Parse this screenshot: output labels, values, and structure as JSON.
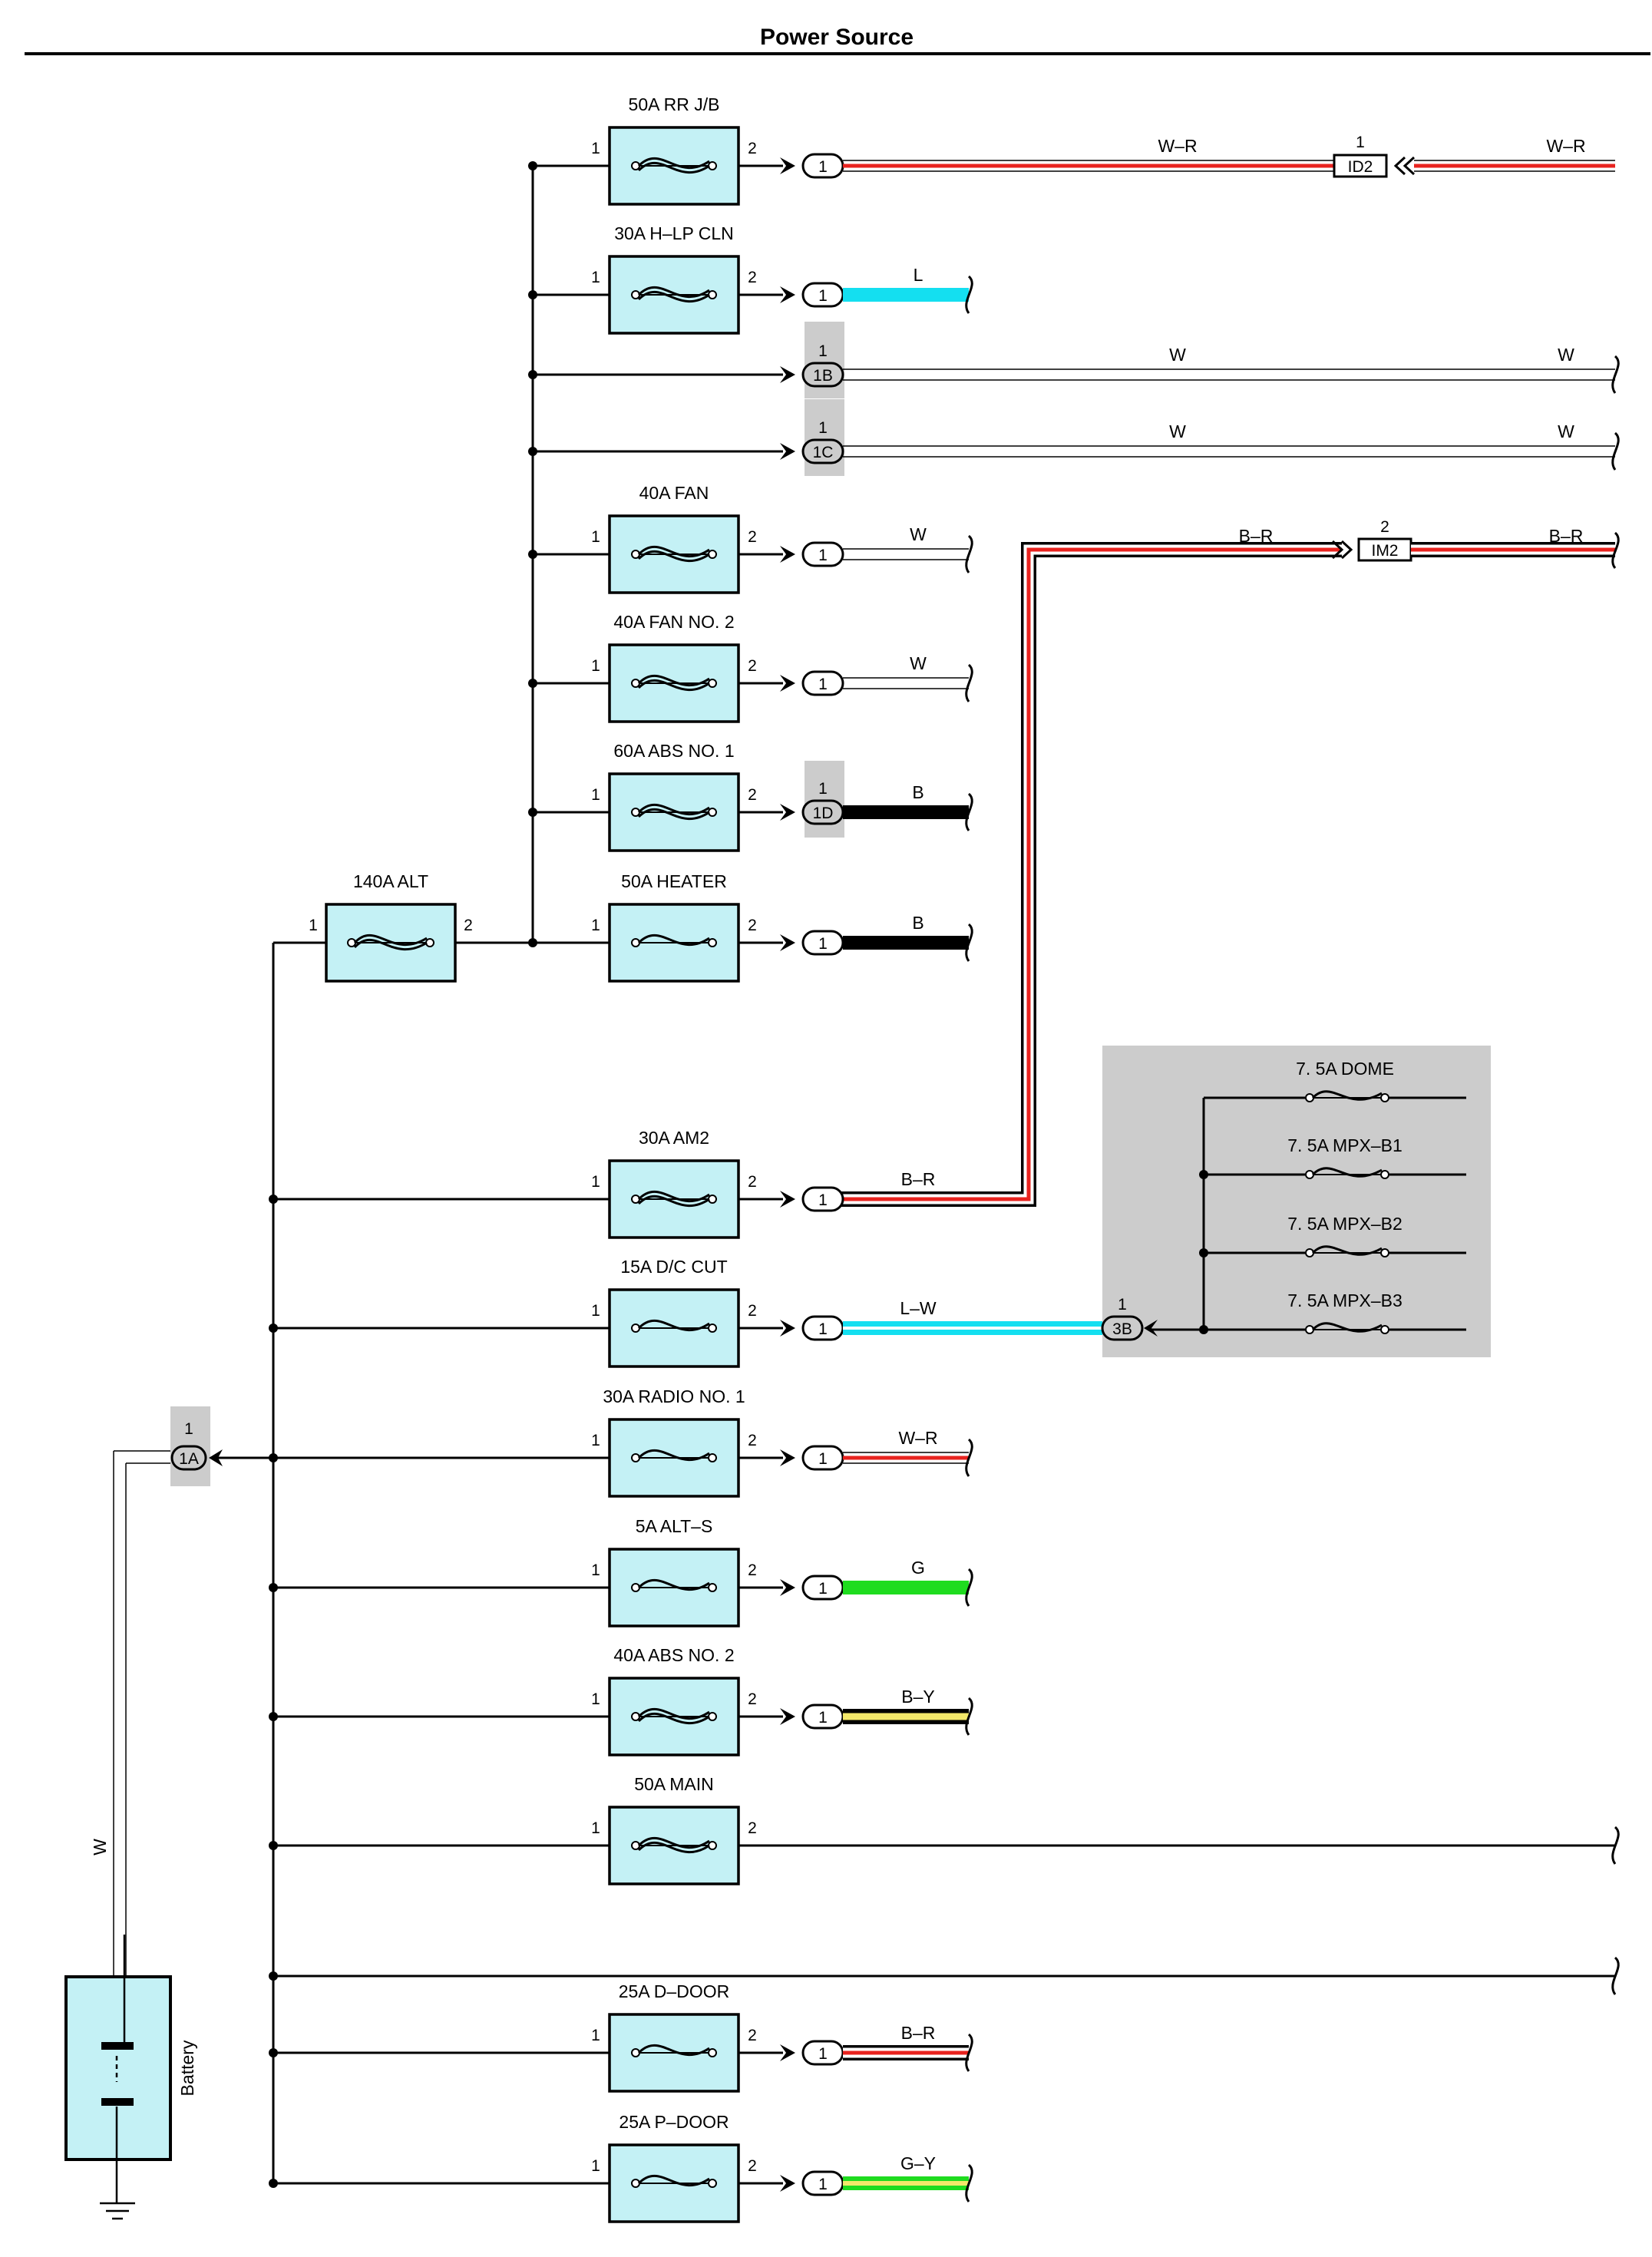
{
  "title": "Power Source",
  "battery": {
    "label": "Battery",
    "wire_color_label": "W",
    "connector": {
      "pin": "1",
      "name": "1A"
    }
  },
  "main_fuse": {
    "label": "140A ALT",
    "pin_in": "1",
    "pin_out": "2"
  },
  "upper_branch": [
    {
      "label": "50A RR J/B",
      "pin_in": "1",
      "pin_out": "2",
      "connector": "1",
      "wire": "W–R",
      "far_conn": {
        "pin": "1",
        "name": "ID2"
      },
      "far_wire": "W–R"
    },
    {
      "label": "30A H–LP CLN",
      "pin_in": "1",
      "pin_out": "2",
      "connector": "1",
      "wire": "L"
    },
    {
      "connector_pin": "1",
      "connector": "1B",
      "wire": "W",
      "far_wire": "W"
    },
    {
      "connector_pin": "1",
      "connector": "1C",
      "wire": "W",
      "far_wire": "W"
    },
    {
      "label": "40A FAN",
      "pin_in": "1",
      "pin_out": "2",
      "connector": "1",
      "wire": "W"
    },
    {
      "label": "40A FAN NO. 2",
      "pin_in": "1",
      "pin_out": "2",
      "connector": "1",
      "wire": "W"
    },
    {
      "label": "60A ABS NO. 1",
      "pin_in": "1",
      "pin_out": "2",
      "connector_pin": "1",
      "connector": "1D",
      "wire": "B"
    },
    {
      "label": "50A HEATER",
      "pin_in": "1",
      "pin_out": "2",
      "connector": "1",
      "wire": "B"
    }
  ],
  "am2_route": {
    "wire": "B–R",
    "far_conn": {
      "pin": "2",
      "name": "IM2"
    },
    "far_wire": "B–R"
  },
  "lower_branch": [
    {
      "label": "30A AM2",
      "pin_in": "1",
      "pin_out": "2",
      "connector": "1",
      "wire": "B–R"
    },
    {
      "label": "15A D/C CUT",
      "pin_in": "1",
      "pin_out": "2",
      "connector": "1",
      "wire": "L–W",
      "far_conn": {
        "pin": "1",
        "name": "3B"
      }
    },
    {
      "label": "30A RADIO NO. 1",
      "pin_in": "1",
      "pin_out": "2",
      "connector": "1",
      "wire": "W–R"
    },
    {
      "label": "5A ALT–S",
      "pin_in": "1",
      "pin_out": "2",
      "connector": "1",
      "wire": "G"
    },
    {
      "label": "40A ABS NO. 2",
      "pin_in": "1",
      "pin_out": "2",
      "connector": "1",
      "wire": "B–Y"
    },
    {
      "label": "50A MAIN",
      "pin_in": "1",
      "pin_out": "2"
    },
    {
      "label": "25A D–DOOR",
      "pin_in": "1",
      "pin_out": "2",
      "connector": "1",
      "wire": "B–R"
    },
    {
      "label": "25A P–DOOR",
      "pin_in": "1",
      "pin_out": "2",
      "connector": "1",
      "wire": "G–Y"
    }
  ],
  "jb_fuses": [
    "7. 5A DOME",
    "7. 5A MPX–B1",
    "7. 5A MPX–B2",
    "7. 5A MPX–B3"
  ],
  "colors": {
    "fuse_fill": "#c4f1f5",
    "red": "#e8231f",
    "cyan": "#14dff0",
    "green": "#1fdc1f",
    "yellow": "#f3e86a",
    "gray": "#cccccc"
  }
}
